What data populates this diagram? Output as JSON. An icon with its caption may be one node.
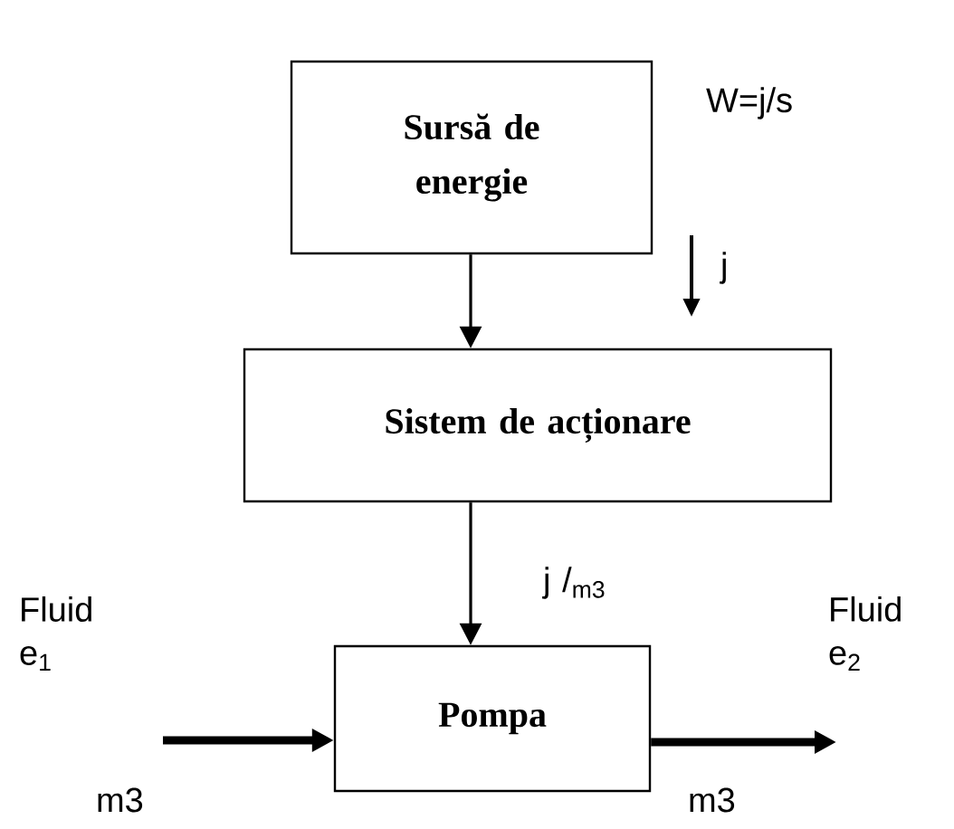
{
  "diagram": {
    "nodes": [
      {
        "text": [
          "Sursă de energie"
        ]
      },
      {
        "text": [
          "Sistem de acționare"
        ]
      },
      {
        "text": [
          "Pompa"
        ]
      }
    ],
    "edges": [
      {
        "from": 0,
        "to": 1,
        "arrow": "to"
      },
      {
        "from": 1,
        "to": 2,
        "arrow": "to"
      },
      {
        "from": null,
        "to": 2,
        "arrow": "to",
        "style": "thick"
      },
      {
        "from": 2,
        "to": null,
        "arrow": "to",
        "style": "thick"
      }
    ],
    "labels": [
      "W=j/s",
      "j",
      "j /$_{m3}$",
      "Fluid e$_{1}$",
      "m3",
      "Fluid e$_{2}$",
      "m3"
    ]
  }
}
